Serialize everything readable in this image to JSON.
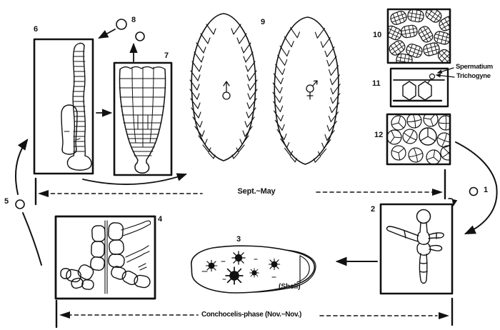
{
  "labels": {
    "n1": "1",
    "n2": "2",
    "n3": "3",
    "n4": "4",
    "n5": "5",
    "n6": "6",
    "n7": "7",
    "n8": "8",
    "n9": "9",
    "n10": "10",
    "n11": "11",
    "n12": "12"
  },
  "annotations": {
    "season_blade_phase": "Sept.~May",
    "season_conchocelis_phase": "Conchocelis-phase (Nov.~Nov.)",
    "shell": "(Shell)",
    "spermatium": "Spermatium",
    "trichogyne": "Trichogyne"
  },
  "colors": {
    "ink": "#111111",
    "background": "#ffffff"
  }
}
